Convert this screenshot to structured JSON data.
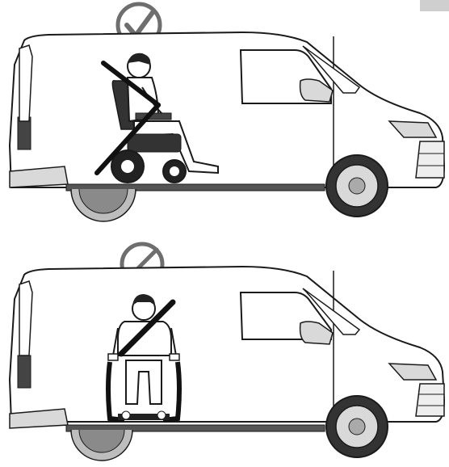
{
  "panels": [
    {
      "status": "allowed",
      "status_icon": "check-mark-icon",
      "occupant_facing": "forward"
    },
    {
      "status": "prohibited",
      "status_icon": "prohibited-icon",
      "occupant_facing": "sideways"
    }
  ],
  "colors": {
    "line": "#1a1a1a",
    "body": "#ffffff",
    "shade": "#d9d9d9",
    "dark": "#222222",
    "icon": "#6e6e6e"
  }
}
